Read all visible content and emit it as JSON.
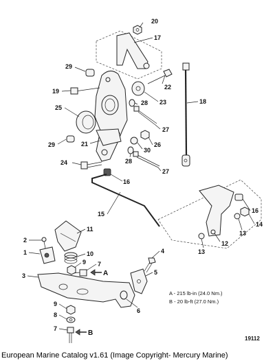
{
  "callouts": {
    "c1": "1",
    "c2": "2",
    "c3": "3",
    "c4": "4",
    "c5": "5",
    "c6": "6",
    "c7a": "7",
    "c7b": "7",
    "c8": "8",
    "c9a": "9",
    "c9b": "9",
    "c10": "10",
    "c11": "11",
    "c12": "12",
    "c13a": "13",
    "c13b": "13",
    "c14": "14",
    "c15": "15",
    "c16a": "16",
    "c16b": "16",
    "c17": "17",
    "c18": "18",
    "c19": "19",
    "c20": "20",
    "c21": "21",
    "c22": "22",
    "c23": "23",
    "c24": "24",
    "c25": "25",
    "c26": "26",
    "c27a": "27",
    "c27b": "27",
    "c28a": "28",
    "c28b": "28",
    "c29a": "29",
    "c29b": "29",
    "c30": "30"
  },
  "arrow_labels": {
    "a": "A",
    "b": "B"
  },
  "torque_notes": {
    "a": "A - 215 lb-in (24.0 Nm.)",
    "b": "B - 20 lb-ft (27.0 Nm.)"
  },
  "figure_number": "19112",
  "caption": "European Marine Catalog v1.61 (Image Copyright- Mercury Marine)"
}
